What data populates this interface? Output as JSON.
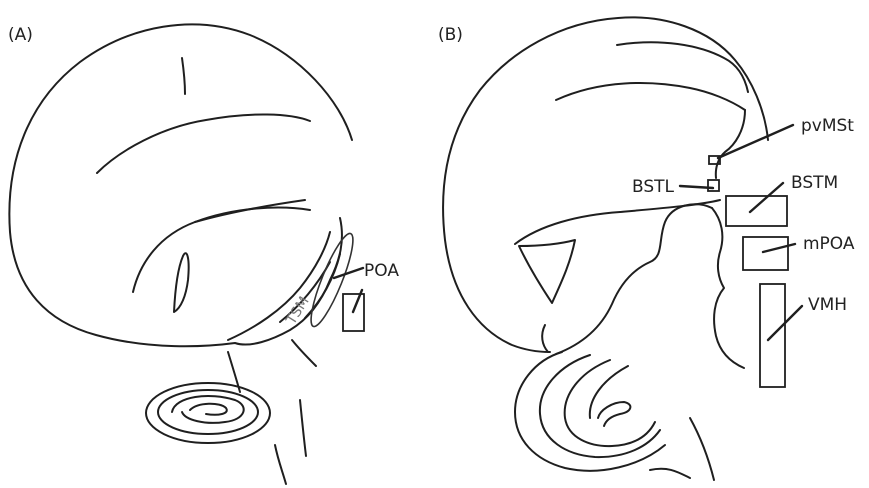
{
  "panels": [
    {
      "panel_label": "(A)",
      "tract_label": "TSM",
      "region_labels": [
        "POA"
      ]
    },
    {
      "panel_label": "(B)",
      "region_labels": [
        "pvMSt",
        "BSTL",
        "BSTM",
        "mPOA",
        "VMH"
      ]
    }
  ],
  "colors": {
    "line": "#1f1f1f",
    "background": "#ffffff",
    "tract_text": "#777777"
  }
}
